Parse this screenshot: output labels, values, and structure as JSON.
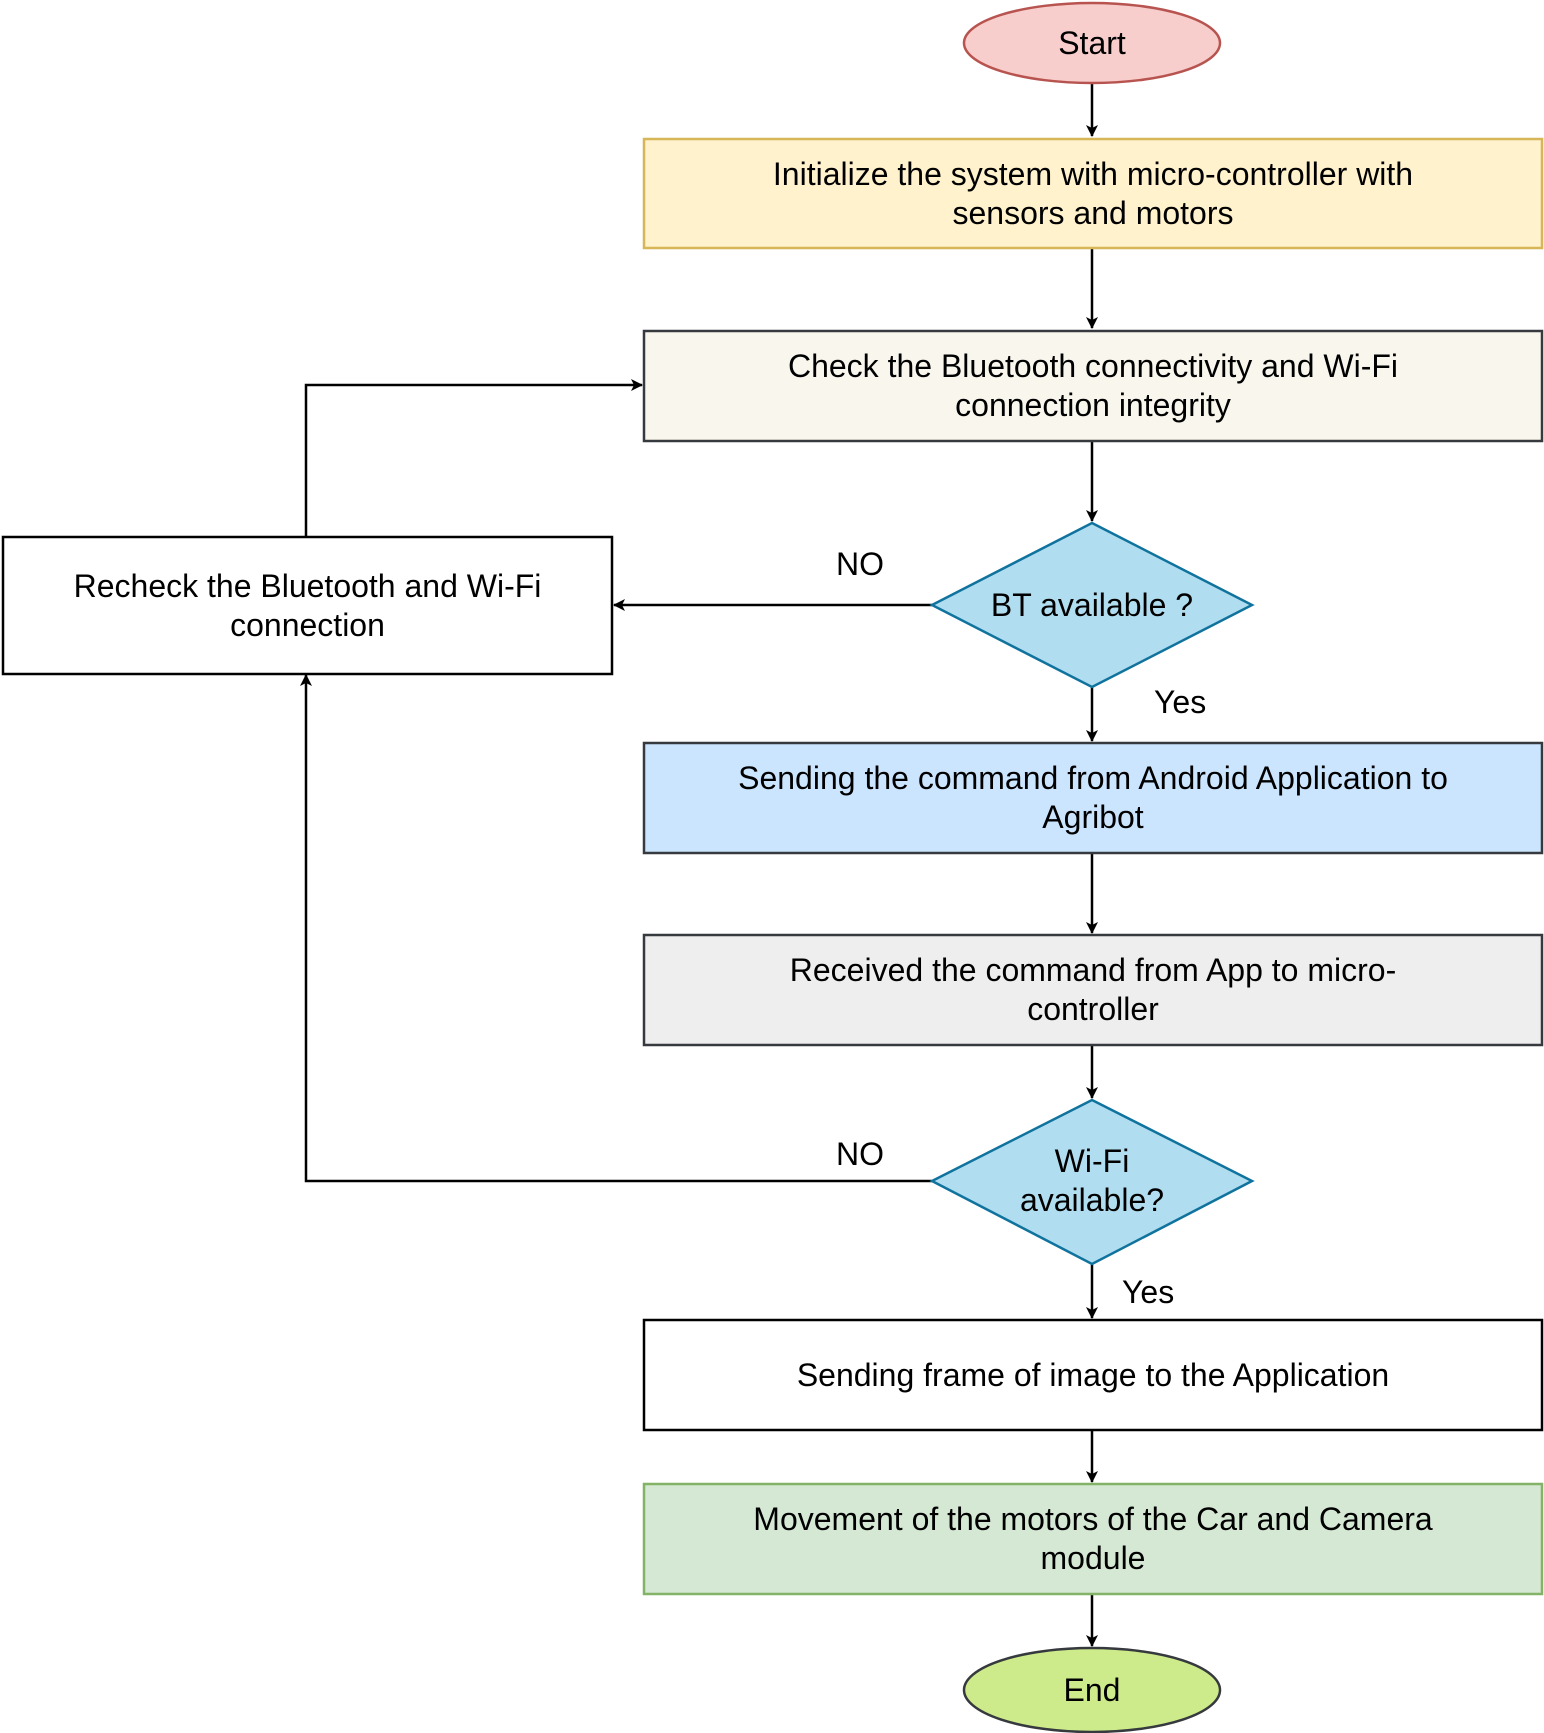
{
  "diagram": {
    "nodes": {
      "start": {
        "text": "Start",
        "fill": "#f8cecc",
        "stroke": "#b85450"
      },
      "init": {
        "text": "Initialize the system with micro-controller with\nsensors and motors",
        "fill": "#fff2cc",
        "stroke": "#d6b656"
      },
      "check": {
        "text": "Check the Bluetooth connectivity and Wi-Fi\nconnection integrity",
        "fill": "#f9f7ed",
        "stroke": "#36393d"
      },
      "bt": {
        "text": "BT available ?",
        "fill": "#b1ddf0",
        "stroke": "#10739e"
      },
      "recheck": {
        "text": "Recheck the Bluetooth and Wi-Fi\nconnection",
        "fill": "#ffffff",
        "stroke": "#000000"
      },
      "send_cmd": {
        "text": "Sending the command from Android Application to\nAgribot",
        "fill": "#cce5ff",
        "stroke": "#36393d"
      },
      "recv_cmd": {
        "text": "Received the command from App to micro-\ncontroller",
        "fill": "#eeeeee",
        "stroke": "#36393d"
      },
      "wifi": {
        "text": "Wi-Fi\navailable?",
        "fill": "#b1ddf0",
        "stroke": "#10739e"
      },
      "send_frame": {
        "text": "Sending frame of image to the Application",
        "fill": "#ffffff",
        "stroke": "#000000"
      },
      "movement": {
        "text": "Movement of the motors of the Car and Camera\nmodule",
        "fill": "#d5e8d4",
        "stroke": "#82b366"
      },
      "end": {
        "text": "End",
        "fill": "#cdeb8b",
        "stroke": "#36393d"
      }
    },
    "edge_labels": {
      "bt_no": "NO",
      "bt_yes": "Yes",
      "wifi_no": "NO",
      "wifi_yes": "Yes"
    },
    "edges": [
      {
        "from": "start",
        "to": "init"
      },
      {
        "from": "init",
        "to": "check"
      },
      {
        "from": "check",
        "to": "bt"
      },
      {
        "from": "bt",
        "to": "send_cmd",
        "label": "Yes"
      },
      {
        "from": "bt",
        "to": "recheck",
        "label": "NO"
      },
      {
        "from": "recheck",
        "to": "check"
      },
      {
        "from": "send_cmd",
        "to": "recv_cmd"
      },
      {
        "from": "recv_cmd",
        "to": "wifi"
      },
      {
        "from": "wifi",
        "to": "send_frame",
        "label": "Yes"
      },
      {
        "from": "wifi",
        "to": "recheck",
        "label": "NO"
      },
      {
        "from": "send_frame",
        "to": "movement"
      },
      {
        "from": "movement",
        "to": "end"
      }
    ]
  }
}
